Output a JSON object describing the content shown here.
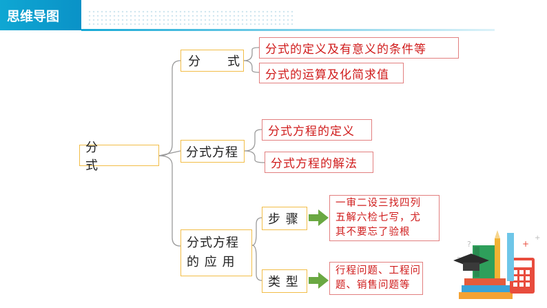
{
  "header": {
    "title": "思维导图"
  },
  "root": {
    "label": "分　　　　式"
  },
  "branch1": {
    "label": "分　　式",
    "children": [
      "分式的定义及有意义的条件等",
      "分式的运算及化简求值"
    ]
  },
  "branch2": {
    "label": "分式方程",
    "children": [
      "分式方程的定义",
      "分式方程的解法"
    ]
  },
  "branch3": {
    "label_line1": "分式方程",
    "label_line2": "的 应 用",
    "step": {
      "label": "步 骤",
      "detail_line1": "一审二设三找四列",
      "detail_line2": "五解六检七写，尤",
      "detail_line3": "其不要忘了验根"
    },
    "type": {
      "label": "类 型",
      "detail_line1": "行程问题、工程问",
      "detail_line2": "题、销售问题等"
    }
  },
  "colors": {
    "accent": "#0fa7d3",
    "node_border": "#f2bd47",
    "leaf_border": "#e27f7f",
    "leaf_text": "#d01c1c",
    "arrow": "#6aa842"
  }
}
